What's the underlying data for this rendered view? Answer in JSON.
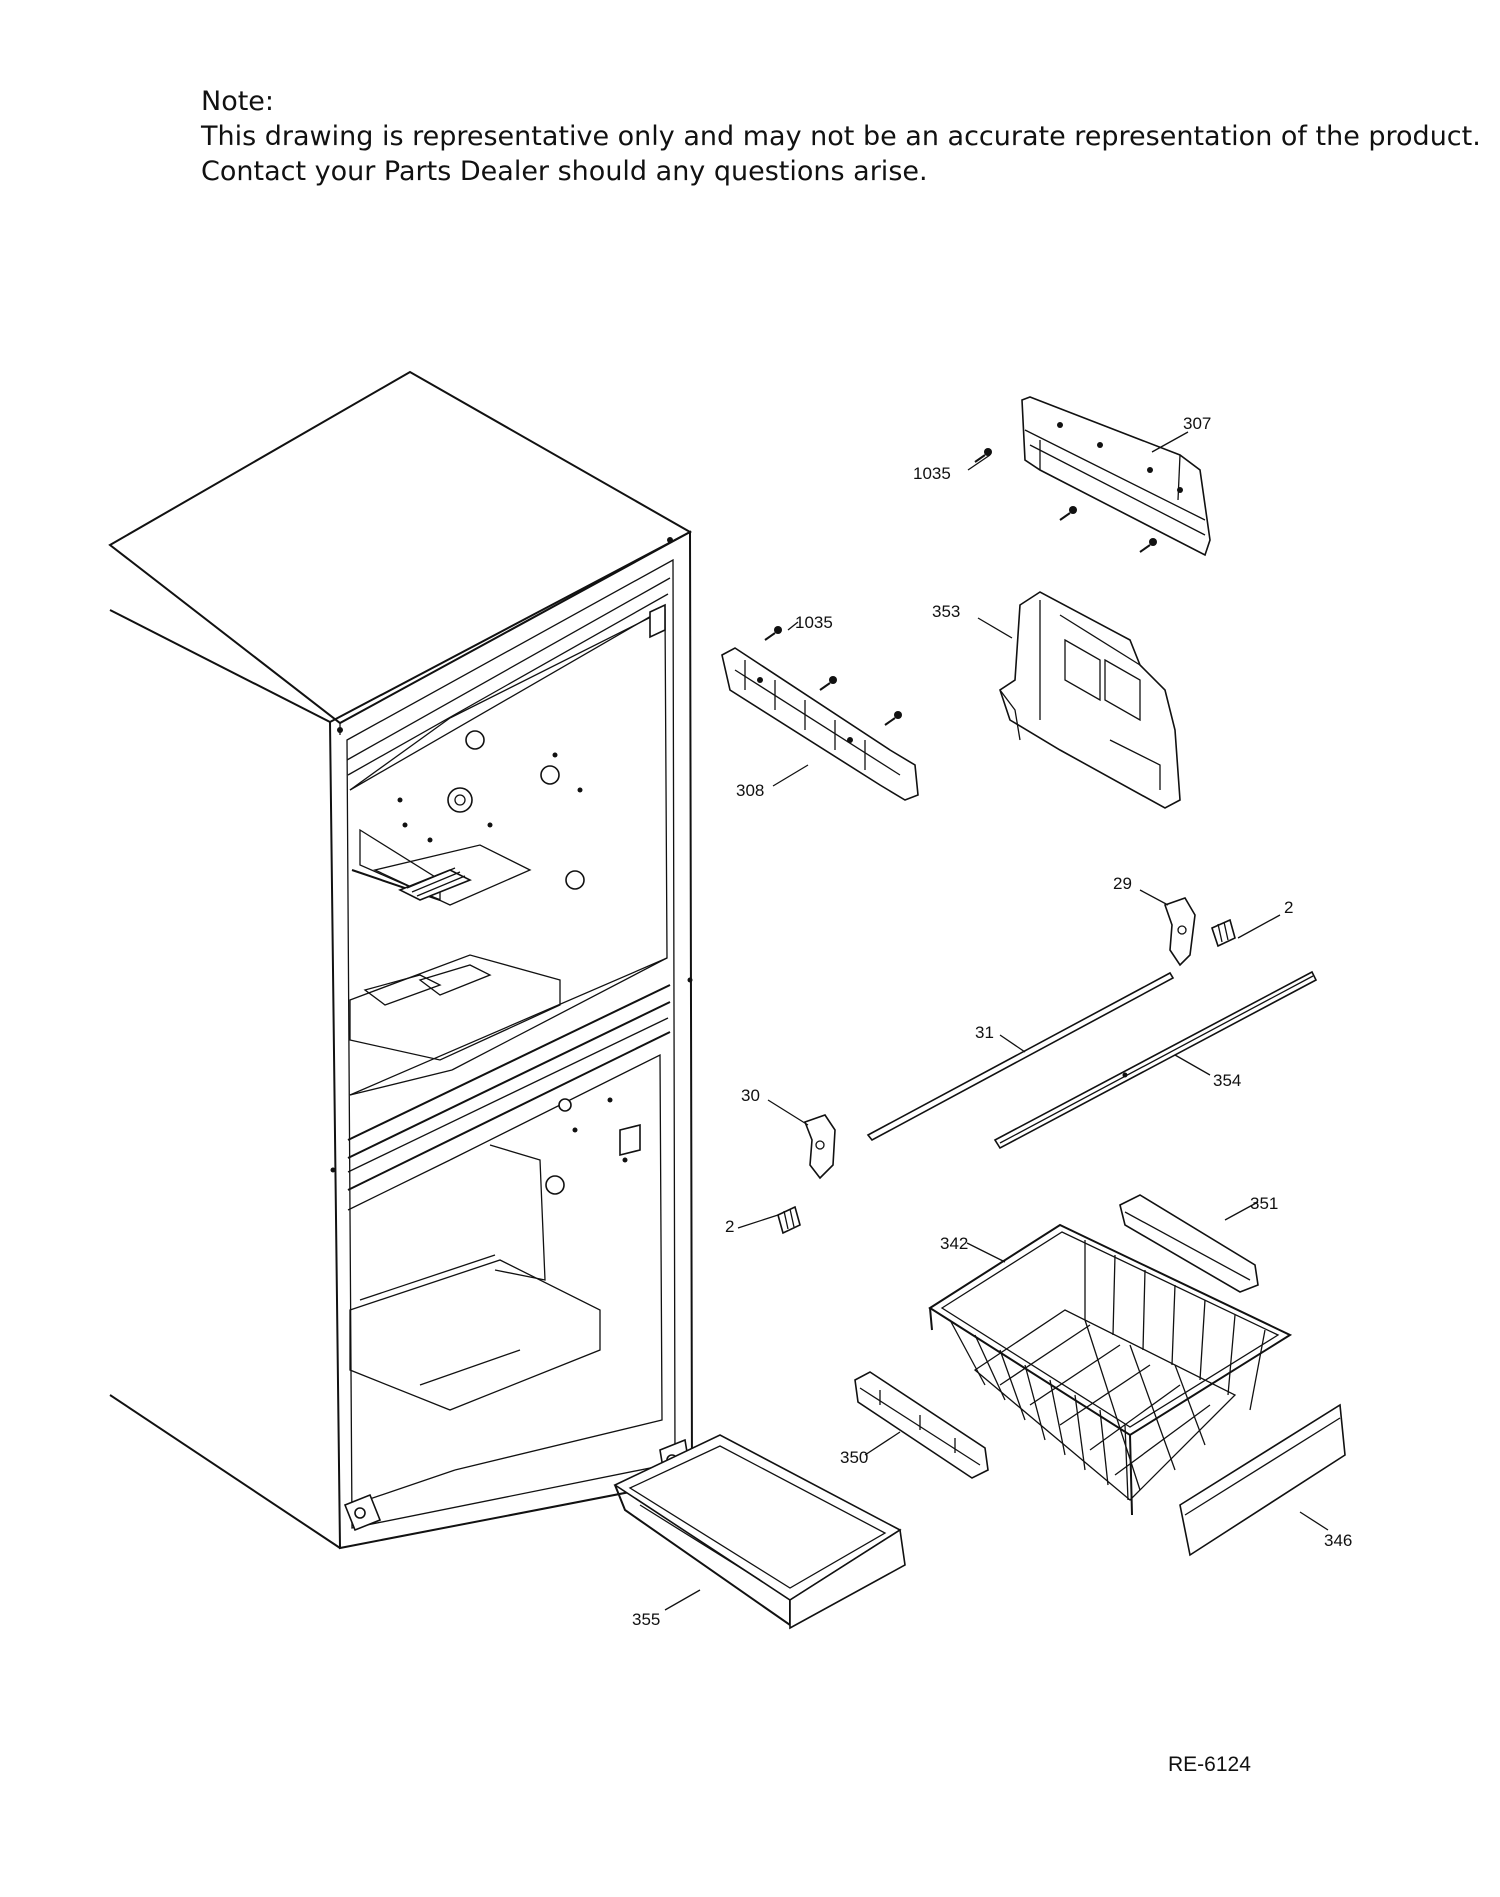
{
  "note": {
    "heading": "Note:",
    "line1": "This drawing is representative only and may not be an accurate representation of the product.",
    "line2": "Contact your Parts Dealer should any questions arise."
  },
  "callouts": [
    {
      "id": "c307",
      "label": "307"
    },
    {
      "id": "c1035a",
      "label": "1035"
    },
    {
      "id": "c1035b",
      "label": "1035"
    },
    {
      "id": "c353",
      "label": "353"
    },
    {
      "id": "c308",
      "label": "308"
    },
    {
      "id": "c29",
      "label": "29"
    },
    {
      "id": "c2a",
      "label": "2"
    },
    {
      "id": "c31",
      "label": "31"
    },
    {
      "id": "c354",
      "label": "354"
    },
    {
      "id": "c30",
      "label": "30"
    },
    {
      "id": "c2b",
      "label": "2"
    },
    {
      "id": "c351",
      "label": "351"
    },
    {
      "id": "c342",
      "label": "342"
    },
    {
      "id": "c350",
      "label": "350"
    },
    {
      "id": "c346",
      "label": "346"
    },
    {
      "id": "c355",
      "label": "355"
    }
  ],
  "diagram_code": "RE-6124"
}
